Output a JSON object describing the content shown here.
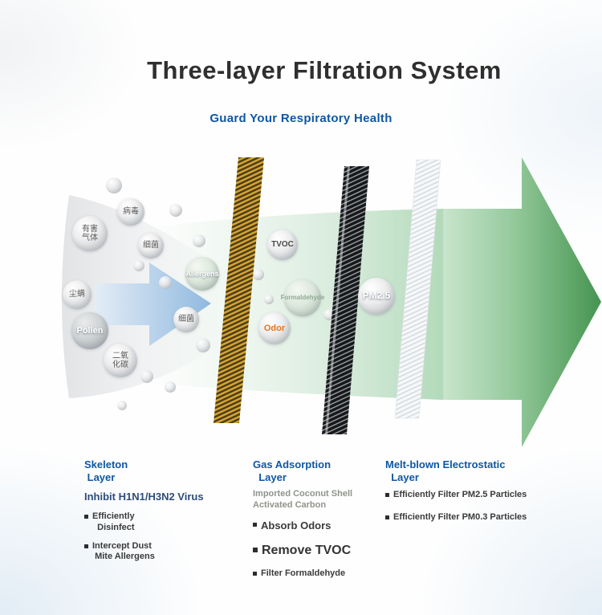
{
  "header": {
    "title": "Three-layer Filtration System",
    "subtitle": "Guard Your Respiratory Health"
  },
  "diagram": {
    "bubbles": [
      {
        "id": "harmful-gas",
        "label": "有害\n气体"
      },
      {
        "id": "virus",
        "label": "病毒"
      },
      {
        "id": "bacteria-1",
        "label": "细菌"
      },
      {
        "id": "allergens",
        "label": "Allergens"
      },
      {
        "id": "dust-mite",
        "label": "尘螨"
      },
      {
        "id": "bacteria-2",
        "label": "细菌"
      },
      {
        "id": "pollen",
        "label": "Pollen"
      },
      {
        "id": "co2",
        "label": "二氧\n化碳"
      },
      {
        "id": "tvoc",
        "label": "TVOC"
      },
      {
        "id": "formaldehyde",
        "label": "Formaldehyde"
      },
      {
        "id": "odor",
        "label": "Odor"
      },
      {
        "id": "pm25",
        "label": "PM2.5"
      }
    ]
  },
  "legend": {
    "columns": [
      {
        "heading": "Skeleton\n Layer",
        "subheading": "Inhibit H1N1/H3N2 Virus",
        "bullets": [
          "Efficiently\n  Disinfect",
          "Intercept Dust\n Mite Allergens"
        ]
      },
      {
        "heading": "Gas Adsorption\n  Layer",
        "subheading": "Imported Coconut Shell\nActivated Carbon",
        "bullets": [
          "Absorb Odors",
          "Remove TVOC",
          "Filter Formaldehyde"
        ]
      },
      {
        "heading": "Melt-blown Electrostatic\n  Layer",
        "bullets": [
          "Efficiently Filter PM2.5 Particles",
          "Efficiently Filter PM0.3 Particles"
        ]
      }
    ]
  },
  "colors": {
    "accent_blue": "#0f57a3",
    "title_dark": "#2f2f2f",
    "odor_orange": "#e2761b",
    "filter_gold": "#d3a433",
    "arrow_green": "#459450"
  }
}
